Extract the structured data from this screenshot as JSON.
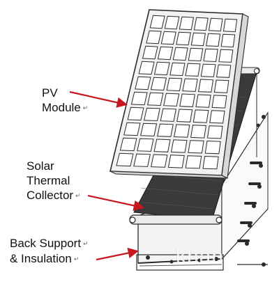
{
  "labels": {
    "pv": [
      "PV",
      "Module"
    ],
    "thermal": [
      "Solar",
      "Thermal",
      "Collector"
    ],
    "back": [
      "Back Support",
      "& Insulation"
    ],
    "return_mark": "↵"
  },
  "watermark": "khan",
  "colors": {
    "arrow": "#c8181e",
    "outline": "#2b2b2b",
    "absorber": "#3a3a3a",
    "pv_face": "#f2f2f2"
  }
}
